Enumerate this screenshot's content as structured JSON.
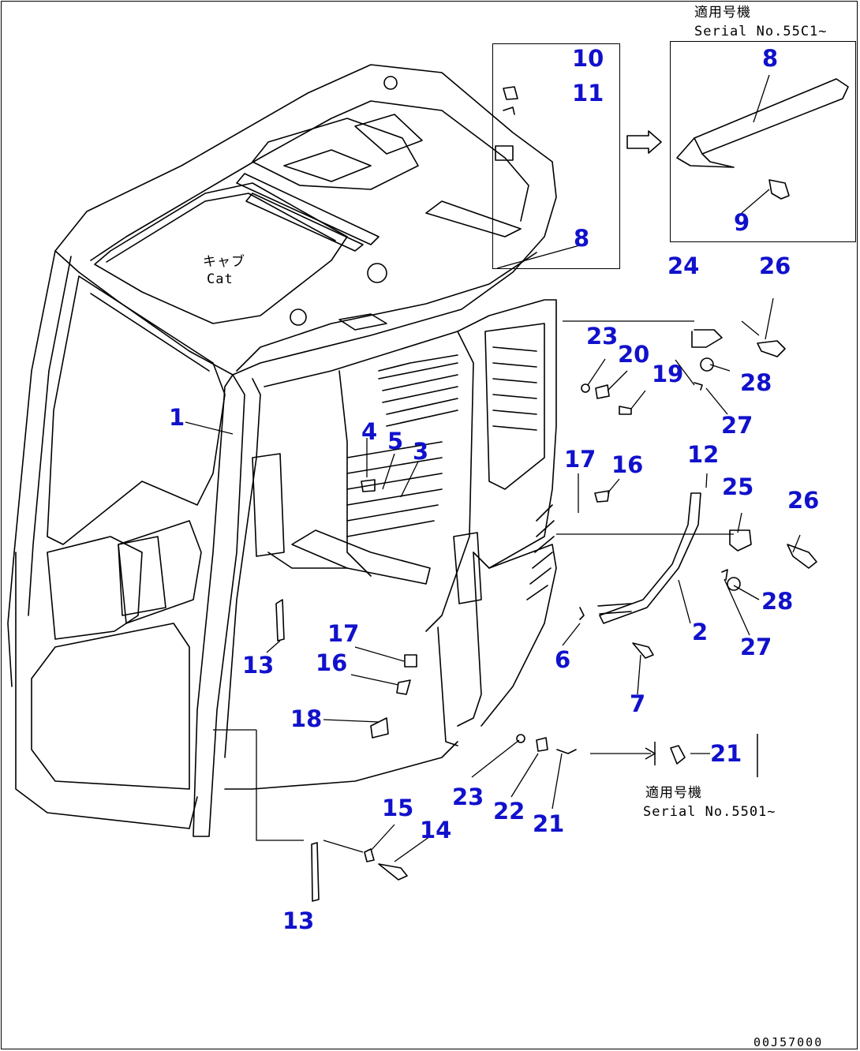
{
  "diagram": {
    "cab_label_jp": "キャブ",
    "cab_label_en": "Cat",
    "drawing_code": "00J57000",
    "serial_notes": {
      "top_jp": "適用号機",
      "top_en": "Serial No.55C1~",
      "bottom_jp": "適用号機",
      "bottom_en": "Serial No.5501~"
    },
    "callouts": {
      "c1": "1",
      "c2": "2",
      "c3": "3",
      "c4": "4",
      "c5": "5",
      "c6": "6",
      "c7": "7",
      "c8a": "8",
      "c8b": "8",
      "c9": "9",
      "c10": "10",
      "c11": "11",
      "c12": "12",
      "c13a": "13",
      "c13b": "13",
      "c14": "14",
      "c15": "15",
      "c16a": "16",
      "c16b": "16",
      "c17a": "17",
      "c17b": "17",
      "c18": "18",
      "c19": "19",
      "c20": "20",
      "c21a": "21",
      "c21b": "21",
      "c22": "22",
      "c23a": "23",
      "c23b": "23",
      "c24": "24",
      "c25": "25",
      "c26a": "26",
      "c26b": "26",
      "c27a": "27",
      "c27b": "27",
      "c28a": "28",
      "c28b": "28"
    }
  }
}
